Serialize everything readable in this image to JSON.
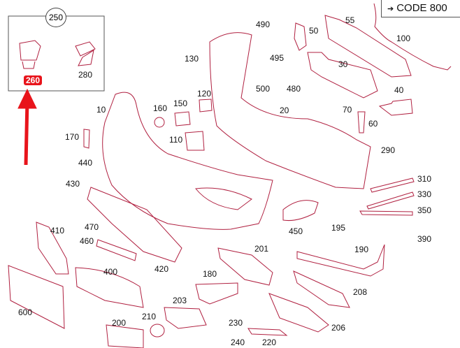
{
  "diagram": {
    "group_label": "250",
    "highlighted_part": "260",
    "code_note": "CODE 800",
    "code_arrow_icon": "arrow-right-icon",
    "highlight_color": "#e8141b",
    "line_color": "#c0304a",
    "parts": [
      "260",
      "280",
      "10",
      "170",
      "440",
      "430",
      "410",
      "470",
      "460",
      "400",
      "420",
      "600",
      "130",
      "150",
      "160",
      "110",
      "120",
      "490",
      "495",
      "500",
      "480",
      "50",
      "55",
      "30",
      "100",
      "40",
      "20",
      "70",
      "60",
      "290",
      "310",
      "330",
      "350",
      "195",
      "390",
      "450",
      "190",
      "201",
      "208",
      "206",
      "180",
      "203",
      "210",
      "200",
      "230",
      "240",
      "220"
    ]
  }
}
